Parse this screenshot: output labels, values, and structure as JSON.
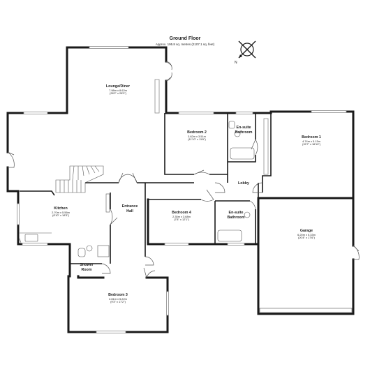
{
  "header": {
    "title": "Ground Floor",
    "subtitle": "Approx. 195.8 sq. metres (2107.1 sq. feet)"
  },
  "compass": {
    "icon": "compass-icon",
    "north_label": "N"
  },
  "rooms": {
    "lounge": {
      "name": "Lounge/Diner",
      "dim_m": "7.98m x 8.62m",
      "dim_ft": "(26'2\" x 28'3\")"
    },
    "bed2": {
      "name": "Bedroom 2",
      "dim_m": "3.62m x 3.51m",
      "dim_ft": "(11'10\" x 11'6\")"
    },
    "ensuite1": {
      "name": "En-suite",
      "name2": "Bathroom"
    },
    "bed1": {
      "name": "Bedroom 1",
      "dim_m": "4.74m x 5.13m",
      "dim_ft": "(15'7\" x 16'10\")"
    },
    "lobby": {
      "name": "Lobby"
    },
    "kitchen": {
      "name": "Kitchen",
      "dim_m": "2.70m x 5.56m",
      "dim_ft": "(8'10\" x 18'3\")"
    },
    "hall": {
      "name": "Entrance",
      "name2": "Hall"
    },
    "bed4": {
      "name": "Bedroom 4",
      "dim_m": "2.35m x 3.68m",
      "dim_ft": "(7'8\" x 12'1\")"
    },
    "ensuite2": {
      "name": "En-suite",
      "name2": "Bathroom"
    },
    "garage": {
      "name": "Garage",
      "dim_m": "6.20m x 5.33m",
      "dim_ft": "(20'4\" x 17'6\")"
    },
    "shower": {
      "name": "Shower",
      "name2": "Room"
    },
    "bed3": {
      "name": "Bedroom 3",
      "dim_m": "2.81m x 5.22m",
      "dim_ft": "(9'3\" x 17'2\")"
    }
  },
  "colors": {
    "wall": "#1a1a1a",
    "window": "#9a9a9a",
    "fixture": "#555555"
  }
}
